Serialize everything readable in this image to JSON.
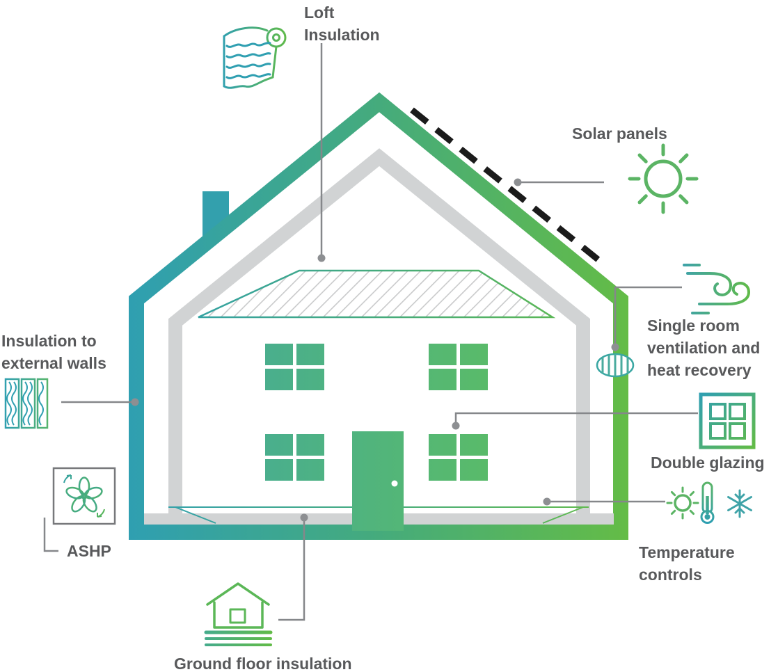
{
  "labels": {
    "loft_insulation": "Loft\nInsulation",
    "solar_panels": "Solar panels",
    "single_room_ventilation": "Single room\nventilation and\nheat recovery",
    "double_glazing": "Double glazing",
    "temperature_controls": "Temperature\ncontrols",
    "ground_floor_insulation": "Ground floor insulation",
    "ashp": "ASHP",
    "external_walls": "Insulation to\nexternal walls"
  },
  "icons": {
    "loft_insulation": "insulation-roll-icon",
    "solar_panels": "sun-icon",
    "single_room_ventilation": "wind-swirl-icon",
    "double_glazing": "window-panes-icon",
    "temperature_controls": "sun-thermometer-snowflake-icons",
    "ground_floor_insulation": "house-foundation-icon",
    "ashp": "fan-icon",
    "external_walls": "insulation-batts-icon",
    "wall_vent": "through-wall-vent-icon"
  },
  "colors": {
    "teal": "#2f9fb1",
    "green": "#64bc46",
    "window_green": "#4fae85",
    "wall_gray": "#d1d3d4",
    "text_gray": "#58595b",
    "callout_gray": "#85878a",
    "solar_line_black": "#1b1b1b"
  }
}
